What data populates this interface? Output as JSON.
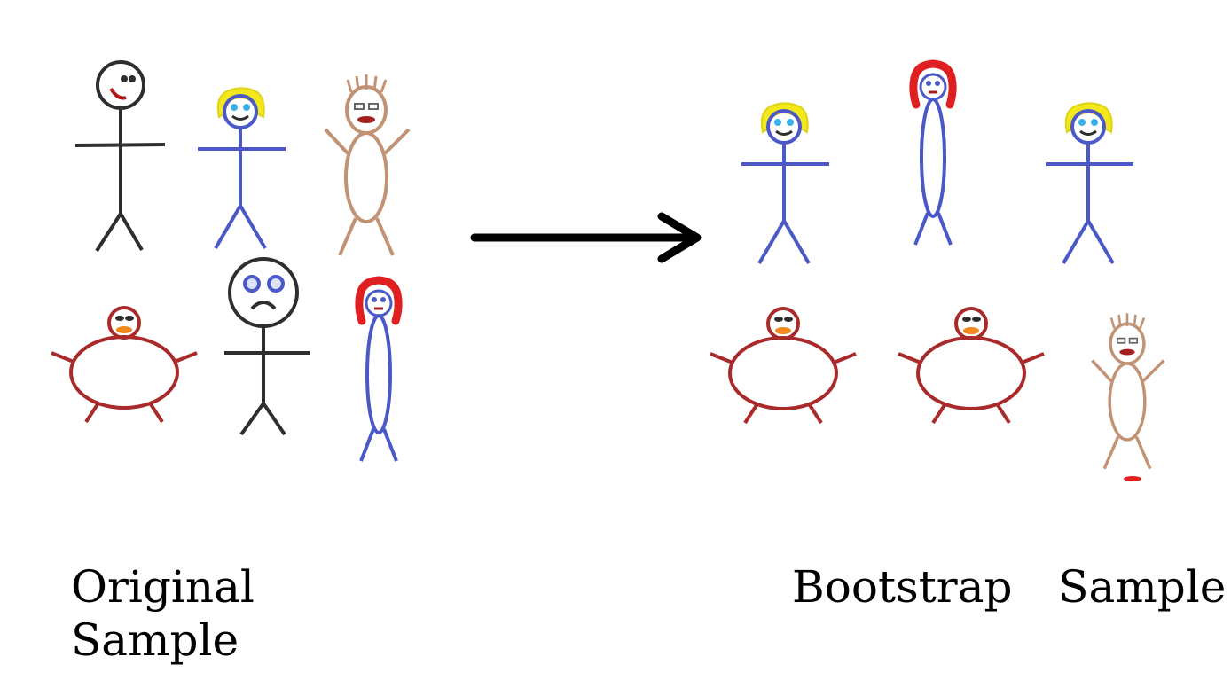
{
  "labels": {
    "original_line1": "Original",
    "original_line2": "Sample",
    "bootstrap": "Bootstrap  Sample"
  },
  "figure_colors": {
    "black": "#333333",
    "blue": "#4a59c7",
    "tan": "#c29275",
    "red": "#a82a2a",
    "hair_yellow": "#f2e81c",
    "hair_red": "#e02020",
    "arrow": "#000000"
  },
  "original_sample": [
    "smiling-stick-figure",
    "blonde-stick-figure",
    "tan-oval-figure",
    "round-red-figure",
    "sad-stick-figure",
    "redhead-figure"
  ],
  "bootstrap_sample": [
    "blonde-stick-figure",
    "redhead-figure",
    "blonde-stick-figure",
    "round-red-figure",
    "round-red-figure",
    "tan-oval-figure"
  ]
}
